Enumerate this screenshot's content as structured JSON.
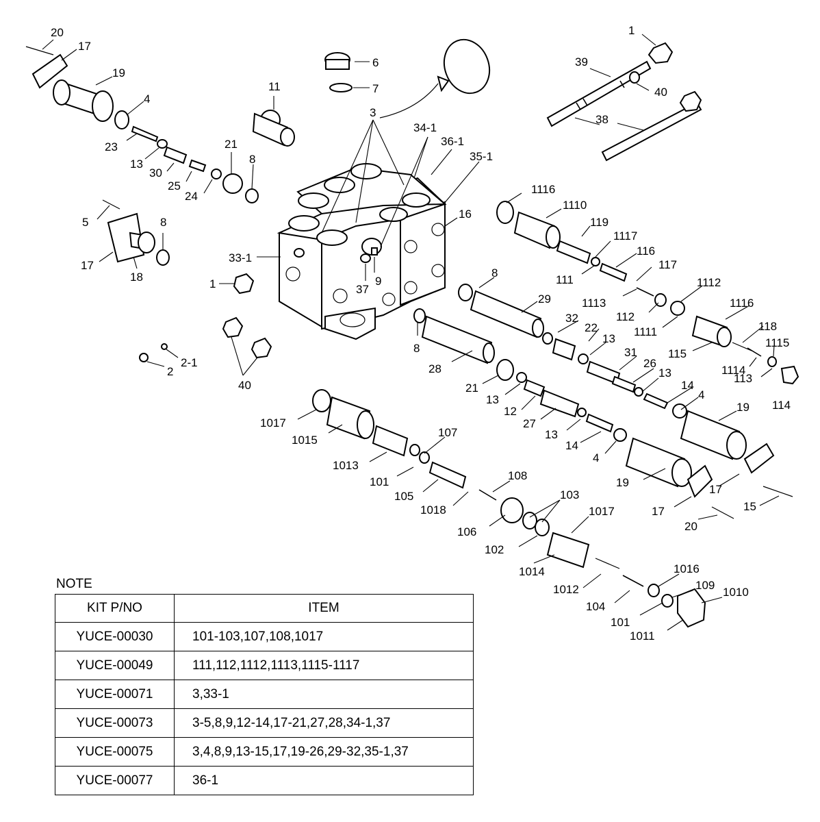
{
  "note": {
    "title": "NOTE",
    "headers": {
      "kit": "KIT P/NO",
      "item": "ITEM"
    },
    "rows": [
      {
        "kit": "YUCE-00030",
        "item": "101-103,107,108,1017"
      },
      {
        "kit": "YUCE-00049",
        "item": "111,112,1112,1113,1115-1117"
      },
      {
        "kit": "YUCE-00071",
        "item": "3,33-1"
      },
      {
        "kit": "YUCE-00073",
        "item": "3-5,8,9,12-14,17-21,27,28,34-1,37"
      },
      {
        "kit": "YUCE-00075",
        "item": "3,4,8,9,13-15,17,19-26,29-32,35-1,37"
      },
      {
        "kit": "YUCE-00077",
        "item": "36-1"
      }
    ]
  },
  "callouts": [
    "20",
    "17",
    "19",
    "4",
    "23",
    "13",
    "30",
    "25",
    "24",
    "21",
    "8",
    "11",
    "6",
    "7",
    "3",
    "34-1",
    "36-1",
    "35-1",
    "5",
    "8",
    "17",
    "18",
    "33-1",
    "1",
    "37",
    "9",
    "16",
    "2",
    "2-1",
    "40",
    "1",
    "39",
    "40",
    "38",
    "1116",
    "1110",
    "119",
    "1117",
    "116",
    "111",
    "117",
    "1113",
    "112",
    "1112",
    "1111",
    "1116",
    "115",
    "118",
    "1115",
    "1114",
    "113",
    "114",
    "8",
    "29",
    "32",
    "22",
    "13",
    "31",
    "26",
    "13",
    "14",
    "4",
    "19",
    "15",
    "17",
    "20",
    "17",
    "19",
    "4",
    "14",
    "8",
    "28",
    "21",
    "13",
    "12",
    "27",
    "13",
    "1017",
    "1015",
    "107",
    "1013",
    "101",
    "105",
    "1018",
    "108",
    "106",
    "103",
    "102",
    "1017",
    "1014",
    "1012",
    "104",
    "1016",
    "109",
    "101",
    "1010",
    "1011"
  ]
}
